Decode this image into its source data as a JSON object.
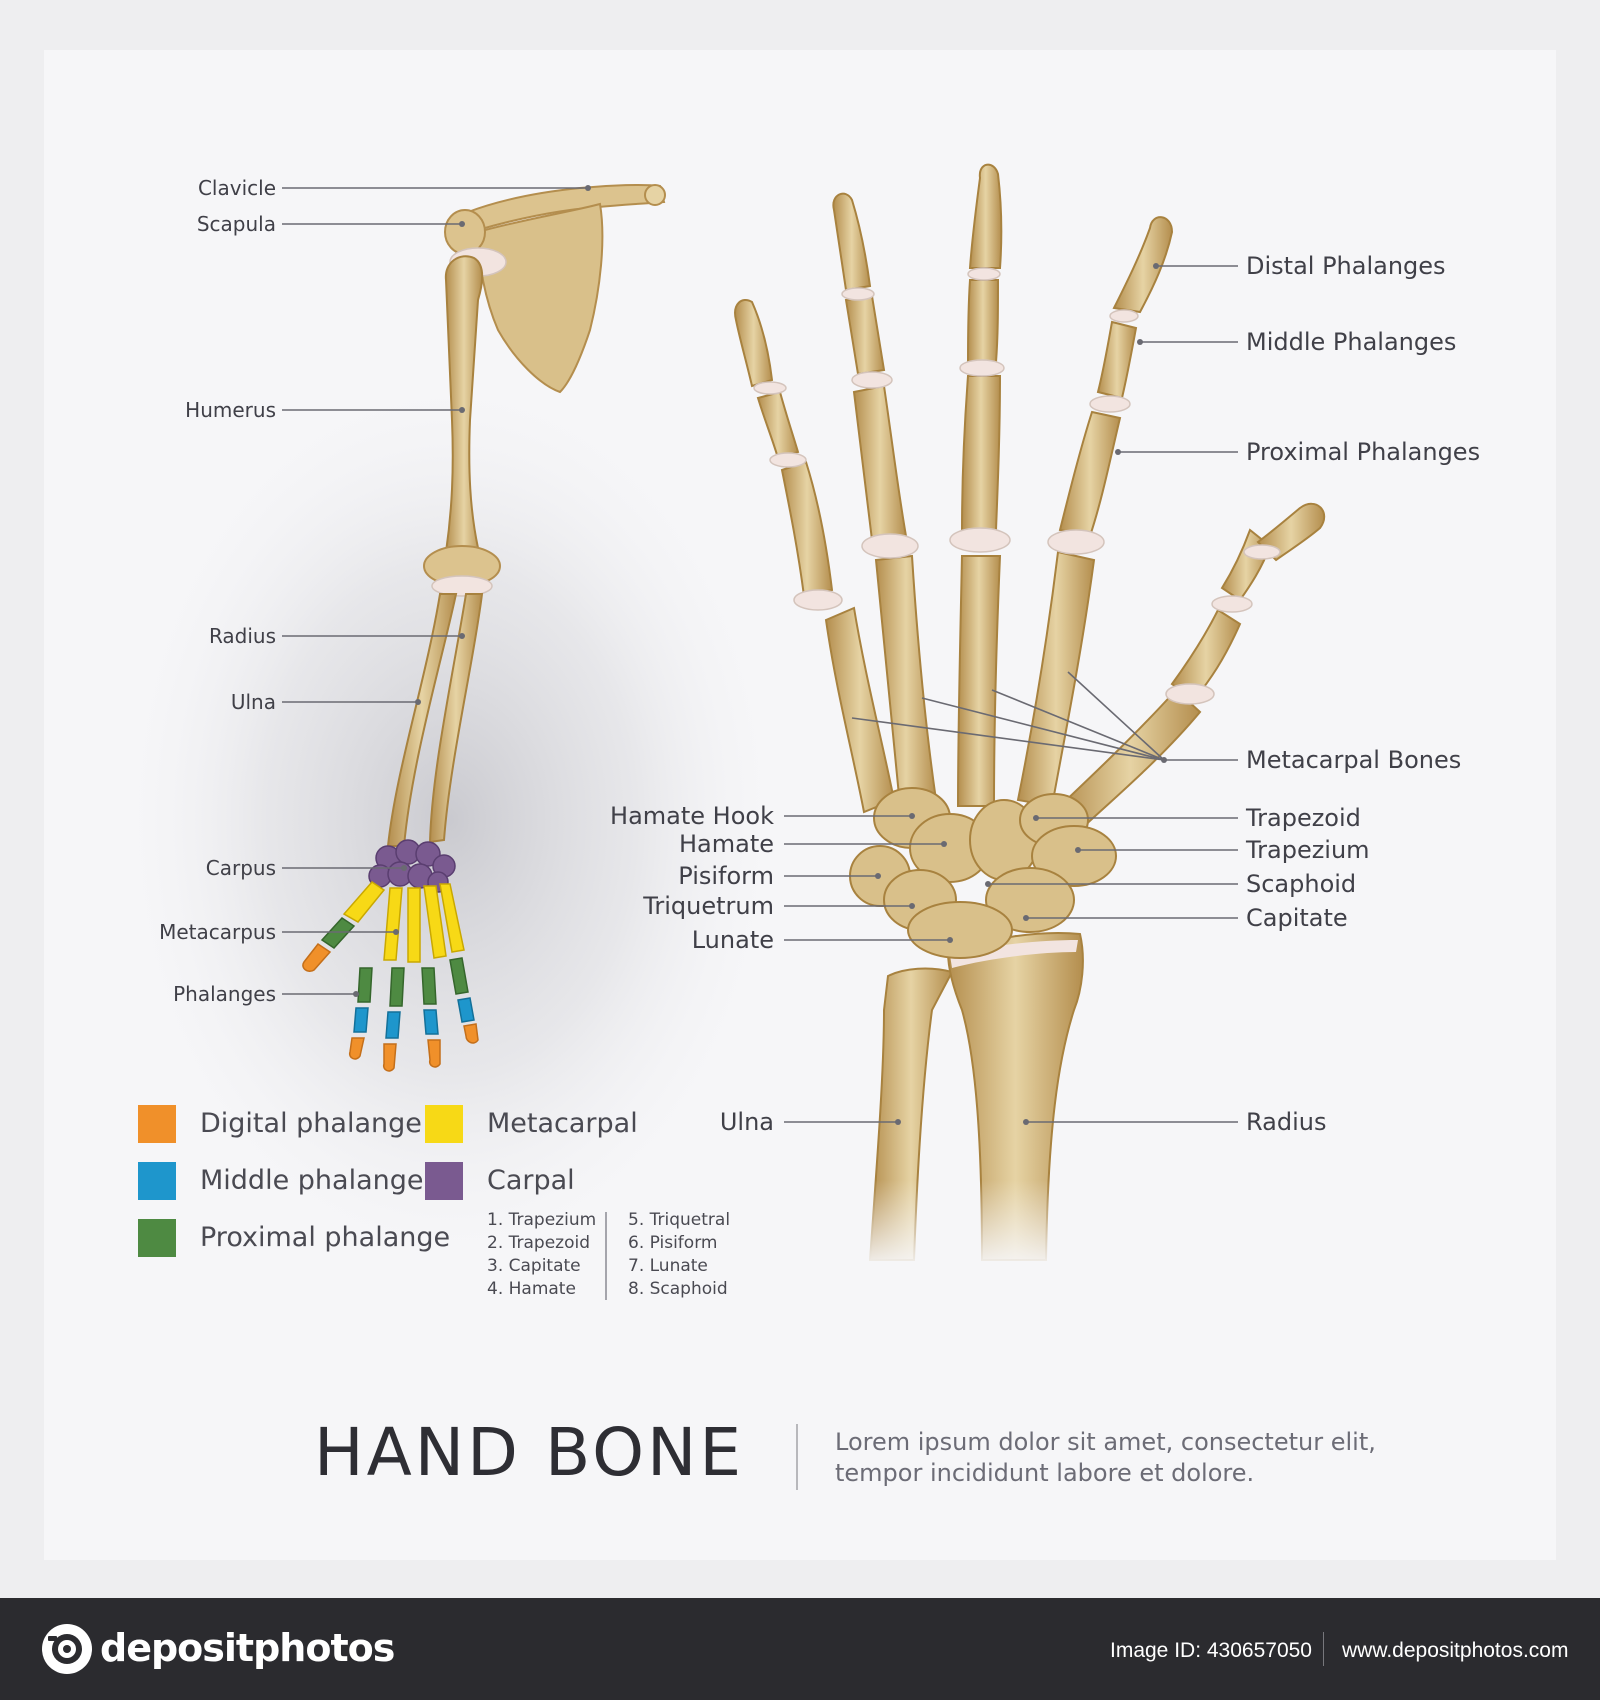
{
  "title": "HAND BONE",
  "description": "Lorem ipsum dolor sit amet, consectetur elit, tempor incididunt labore et dolore.",
  "colors": {
    "bone": "#dcc38e",
    "bone_dark": "#b8924f",
    "joint": "#f2e4e0",
    "digital_phalange": "#f0902a",
    "middle_phalange": "#1e96cc",
    "proximal_phalange": "#4e8a42",
    "metacarpal": "#f7d916",
    "carpal": "#7a5a90",
    "ink": "#404048"
  },
  "arm_labels": {
    "clavicle": "Clavicle",
    "scapula": "Scapula",
    "humerus": "Humerus",
    "radius": "Radius",
    "ulna": "Ulna",
    "carpus": "Carpus",
    "metacarpus": "Metacarpus",
    "phalanges": "Phalanges"
  },
  "hand_labels_right": {
    "distal_phalanges": "Distal Phalanges",
    "middle_phalanges": "Middle Phalanges",
    "proximal_phalanges": "Proximal Phalanges",
    "metacarpal_bones": "Metacarpal Bones",
    "trapezoid": "Trapezoid",
    "trapezium": "Trapezium",
    "scaphoid": "Scaphoid",
    "capitate": "Capitate",
    "radius": "Radius"
  },
  "hand_labels_left": {
    "hamate_hook": "Hamate Hook",
    "hamate": "Hamate",
    "pisiform": "Pisiform",
    "triquetrum": "Triquetrum",
    "lunate": "Lunate",
    "ulna": "Ulna"
  },
  "legend": {
    "digital_phalange": "Digital phalange",
    "middle_phalange": "Middle phalange",
    "proximal_phalange": "Proximal phalange",
    "metacarpal": "Metacarpal",
    "carpal": "Carpal"
  },
  "carpal_list": [
    "1. Trapezium",
    "2. Trapezoid",
    "3. Capitate",
    "4. Hamate",
    "5. Triquetral",
    "6. Pisiform",
    "7. Lunate",
    "8. Scaphoid"
  ],
  "footer": {
    "logo": "depositphotos",
    "image_id": "Image ID: 430657050",
    "url": "www.depositphotos.com"
  }
}
